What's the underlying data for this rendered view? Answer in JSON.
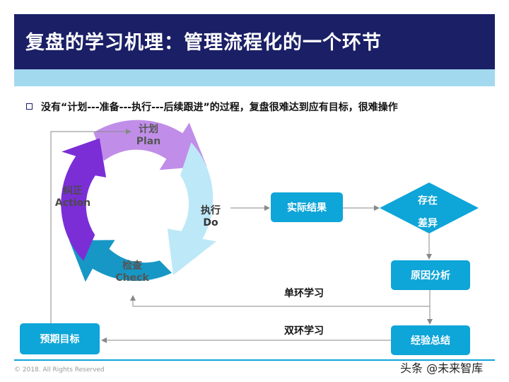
{
  "header": {
    "title": "复盘的学习机理：管理流程化的一个环节"
  },
  "bullet": {
    "text": "没有“计划---准备---执行---后续跟进”的过程，复盘很难达到应有目标，很难操作"
  },
  "cycle": {
    "plan": {
      "cn": "计划",
      "en": "Plan"
    },
    "do": {
      "cn": "执行",
      "en": "Do"
    },
    "check": {
      "cn": "检查",
      "en": "Check"
    },
    "action": {
      "cn": "纠正",
      "en": "Action"
    }
  },
  "boxes": {
    "actual_result": "实际结果",
    "difference_line1": "存在",
    "difference_line2": "差异",
    "root_cause": "原因分析",
    "lessons": "经验总结",
    "target": "预期目标"
  },
  "loops": {
    "single": "单环学习",
    "double": "双环学习"
  },
  "footer": {
    "copyright": "© 2018. All Rights Reserved",
    "watermark": "头条 @未来智库"
  },
  "colors": {
    "header": "#1a1f66",
    "band": "#a3d9ee",
    "cyan": "#0ea5d8",
    "plan": "#c08ee8",
    "do": "#bde8f8",
    "check": "#1797c5",
    "action": "#7b2ed6"
  }
}
